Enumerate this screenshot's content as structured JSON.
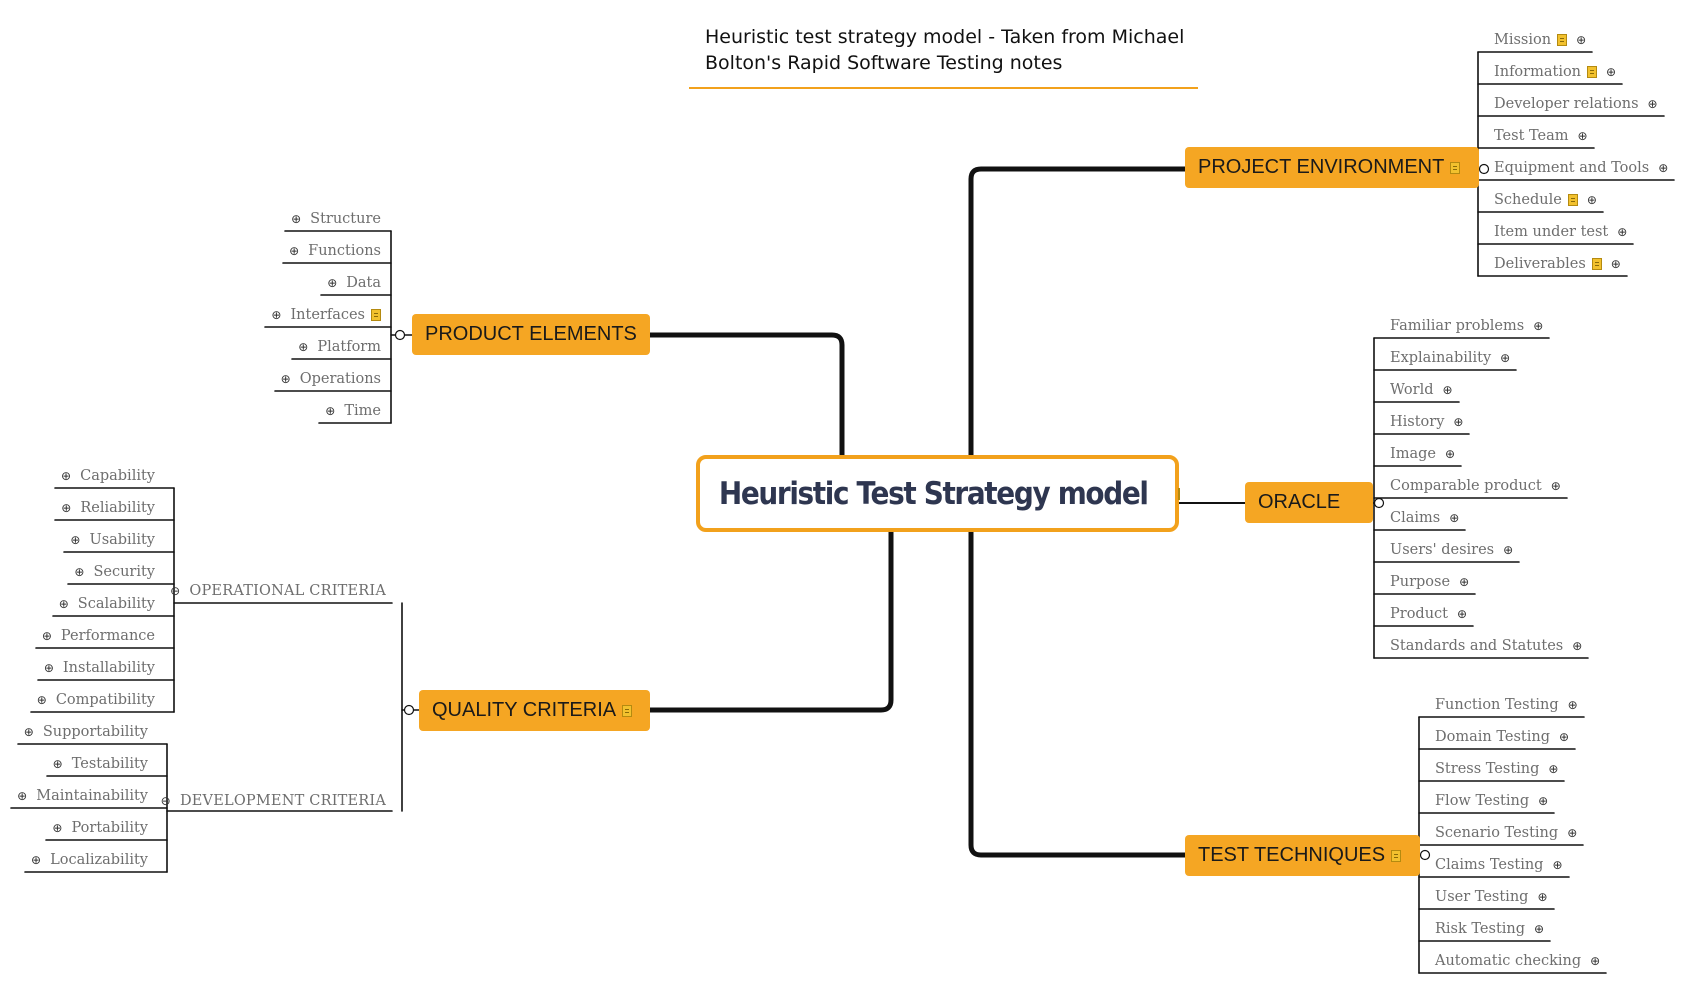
{
  "caption": {
    "line1": "Heuristic test strategy model - Taken from Michael",
    "line2": "Bolton's Rapid Software Testing notes"
  },
  "central": {
    "title": "Heuristic Test Strategy model"
  },
  "colors": {
    "branch_fill": "#f5a623",
    "accent": "#f2a11c",
    "connector": "#111111",
    "leaf_text": "#6e6e6e",
    "note": "#f2c12e",
    "title_text": "#2e3650"
  },
  "icons": {
    "note": "note-icon",
    "collapse": "collapse-circle-icon",
    "expand": "expand-plus-icon"
  },
  "branches": {
    "product_elements": {
      "label": "PRODUCT ELEMENTS",
      "items": [
        {
          "label": "Structure"
        },
        {
          "label": "Functions"
        },
        {
          "label": "Data"
        },
        {
          "label": "Interfaces",
          "note": true
        },
        {
          "label": "Platform"
        },
        {
          "label": "Operations"
        },
        {
          "label": "Time"
        }
      ]
    },
    "quality_criteria": {
      "label": "QUALITY CRITERIA",
      "operational": {
        "label": "OPERATIONAL CRITERIA",
        "items": [
          {
            "label": "Capability"
          },
          {
            "label": "Reliability"
          },
          {
            "label": "Usability"
          },
          {
            "label": "Security"
          },
          {
            "label": "Scalability"
          },
          {
            "label": "Performance"
          },
          {
            "label": "Installability"
          },
          {
            "label": "Compatibility"
          }
        ]
      },
      "development": {
        "label": "DEVELOPMENT CRITERIA",
        "items": [
          {
            "label": "Supportability"
          },
          {
            "label": "Testability"
          },
          {
            "label": "Maintainability"
          },
          {
            "label": "Portability"
          },
          {
            "label": "Localizability"
          }
        ]
      }
    },
    "project_environment": {
      "label": "PROJECT ENVIRONMENT",
      "items": [
        {
          "label": "Mission",
          "note": true
        },
        {
          "label": "Information",
          "note": true
        },
        {
          "label": "Developer relations"
        },
        {
          "label": "Test Team"
        },
        {
          "label": "Equipment and Tools"
        },
        {
          "label": "Schedule",
          "note": true
        },
        {
          "label": "Item under test"
        },
        {
          "label": "Deliverables",
          "note": true
        }
      ]
    },
    "oracle": {
      "label": "ORACLE",
      "items": [
        {
          "label": "Familiar problems"
        },
        {
          "label": "Explainability"
        },
        {
          "label": "World"
        },
        {
          "label": "History"
        },
        {
          "label": "Image"
        },
        {
          "label": "Comparable product"
        },
        {
          "label": "Claims"
        },
        {
          "label": "Users' desires"
        },
        {
          "label": "Purpose"
        },
        {
          "label": "Product"
        },
        {
          "label": "Standards and Statutes"
        }
      ]
    },
    "test_techniques": {
      "label": "TEST TECHNIQUES",
      "items": [
        {
          "label": "Function Testing"
        },
        {
          "label": "Domain Testing"
        },
        {
          "label": "Stress Testing"
        },
        {
          "label": "Flow Testing"
        },
        {
          "label": "Scenario Testing"
        },
        {
          "label": "Claims Testing"
        },
        {
          "label": "User Testing"
        },
        {
          "label": "Risk Testing"
        },
        {
          "label": "Automatic checking"
        }
      ]
    }
  }
}
